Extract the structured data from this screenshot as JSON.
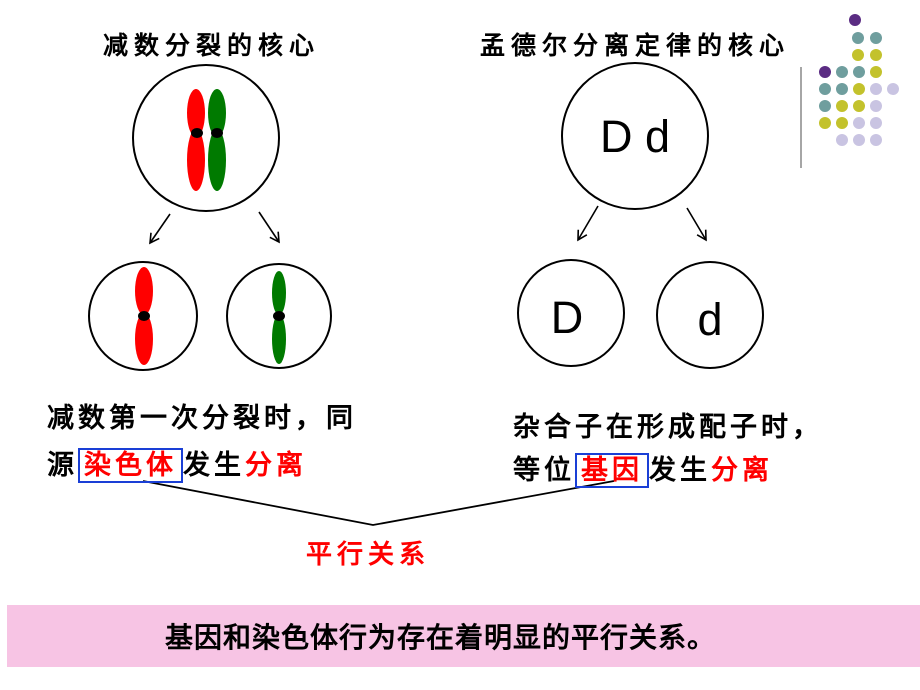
{
  "left_panel": {
    "heading": "减数分裂的核心",
    "description_line1": "减数第一次分裂时，同",
    "description_line2_prefix": "源",
    "description_line2_boxed": "染色体",
    "description_line2_mid": "发生",
    "description_line2_highlight": "分离"
  },
  "right_panel": {
    "heading": "孟德尔分离定律的核心",
    "parent_genotype": "D d",
    "gamete_dominant": "D",
    "gamete_recessive": "d",
    "description_line1": "杂合子在形成配子时，",
    "description_line2_prefix": "等位",
    "description_line2_boxed": "基因",
    "description_line2_mid": "发生",
    "description_line2_highlight": "分离"
  },
  "relation_label": "平行关系",
  "conclusion": "基因和染色体行为存在着明显的平行关系。",
  "colors": {
    "chromosome_red": "#ff0000",
    "chromosome_green": "#007a00",
    "highlight_text": "#ff0000",
    "box_border": "#1a3fd6",
    "banner_bg": "#f7c4e4",
    "dot_purple": "#5b2c83",
    "dot_teal": "#6f9e9e",
    "dot_olive": "#c3c22c",
    "dot_lavender": "#c9c4e2"
  }
}
